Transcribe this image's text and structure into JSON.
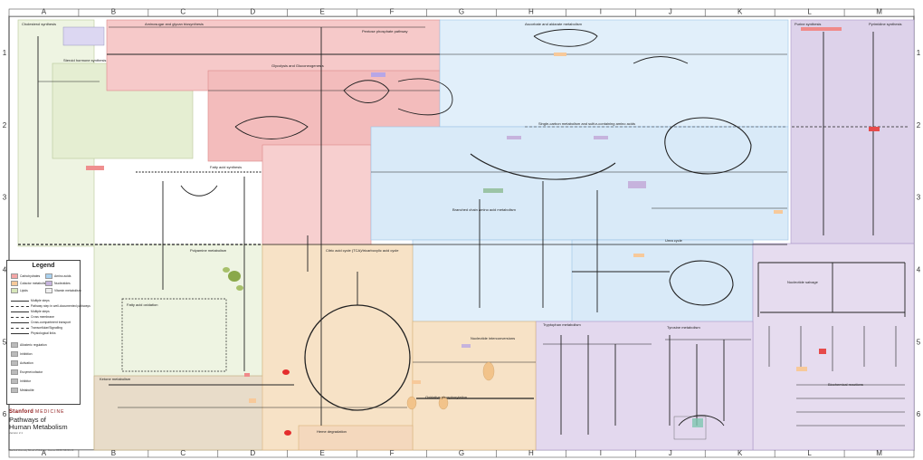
{
  "map": {
    "columns": [
      "A",
      "B",
      "C",
      "D",
      "E",
      "F",
      "G",
      "H",
      "I",
      "J",
      "K",
      "L",
      "M"
    ],
    "rows": [
      "1",
      "2",
      "3",
      "4",
      "5",
      "6"
    ]
  },
  "sections": {
    "cholesterol": "Cholesterol synthesis",
    "aminosugar": "Aminosugar and glycan biosynthesis",
    "glycolysis": "Glycolysis and Gluconeogenesis",
    "pentose_phosphate": "Pentose phosphate pathway",
    "ascorbate": "Ascorbate and aldarate metabolism",
    "steroid": "Steroid hormone synthesis",
    "fatty_acid_synthesis": "Fatty acid synthesis",
    "one_carbon": "Single-carbon metabolism and sulfur-containing amino acids",
    "amino_acids": "Branched chain amino acid metabolism",
    "polyamine": "Polyamine metabolism",
    "tca": "Citric acid cycle (TCA)/tricarboxylic acid cycle",
    "urea": "Urea cycle",
    "fatty_acid_oxidation": "Fatty acid oxidation",
    "ketone": "Ketone metabolism",
    "heme": "Heme degradation",
    "oxidative_phos": "Oxidative phosphorylation",
    "purine": "Purine synthesis",
    "pyrimidine": "Pyrimidine synthesis",
    "nucleotide_salvage": "Nucleotide salvage",
    "tryptophan": "Tryptophan metabolism",
    "tyrosine": "Tyrosine metabolism",
    "biochemical_reactions": "Biochemical reactions",
    "nucleic_acid": "Nucleotide interconversions"
  },
  "legend": {
    "title": "Legend",
    "categories": [
      {
        "label": "Carbohydrates",
        "color": "#f4a6a6"
      },
      {
        "label": "Amino acids",
        "color": "#a9d1ef"
      },
      {
        "label": "Cofactor metabolism",
        "color": "#f7c99a"
      },
      {
        "label": "Nucleotides",
        "color": "#c6b3dd"
      },
      {
        "label": "Lipids",
        "color": "#d7e6b9"
      },
      {
        "label": "Vitamin metabolism",
        "color": "#eeeeee"
      }
    ],
    "line_types": [
      "Multiple steps",
      "Pathway step in well-documented pathways",
      "Multiple steps",
      "Cross membrane",
      "Cross-compartment transport",
      "Transcellular/Signalling",
      "Physiological links"
    ],
    "bottom_rows": [
      "Allosteric regulation",
      "Inhibition",
      "Activation",
      "Enzyme/cofactor",
      "Inhibitor",
      "Metabolite"
    ]
  },
  "title_block": {
    "institution": "Stanford",
    "department": "MEDICINE",
    "title_line1": "Pathways of",
    "title_line2": "Human Metabolism",
    "version": "Version 2.1",
    "credit": "Stanford University School of Medicine · License CC BY-NC-SA 4.0"
  },
  "colors": {
    "carbohydrate": "#f4b4b4",
    "amino": "#d6e9f8",
    "lipid": "#e8f0d6",
    "cofactor": "#f6dcc0",
    "nucleotide": "#ded3eb",
    "frame": "#555555"
  }
}
